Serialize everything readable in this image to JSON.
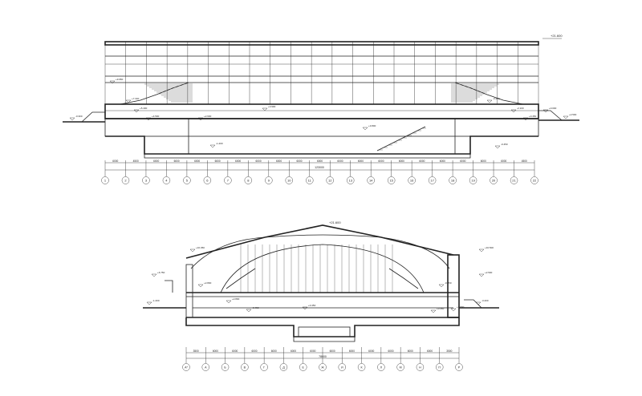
{
  "drawing": {
    "top_section": {
      "top_elevation_mark": "+21.600",
      "elevation_marks": [
        "+9.950",
        "+7.340",
        "+5.400",
        "+4.500",
        "+2.600",
        "-1.200",
        "-0.300",
        "+3.900",
        "+3.800",
        "-3.200",
        "-2.100",
        "+0.450",
        "-0.450",
        "+2.500",
        "+0.000"
      ],
      "axis_labels": [
        "1",
        "2",
        "3",
        "4",
        "5",
        "6",
        "7",
        "8",
        "9",
        "10",
        "11",
        "12",
        "13",
        "14",
        "15",
        "16",
        "17",
        "18",
        "19",
        "20",
        "21",
        "22"
      ],
      "span_dims": [
        "6000",
        "4500",
        "6000",
        "6000",
        "6000",
        "6000",
        "6000",
        "6000",
        "6000",
        "6000",
        "6000",
        "6000",
        "6000",
        "6000",
        "6000",
        "6000",
        "6000",
        "6000",
        "6000",
        "6000",
        "4500"
      ],
      "overall_dim": "123000"
    },
    "bottom_section": {
      "top_elevation_mark": "+21.600",
      "elevation_marks": [
        "+16.350",
        "+16.500",
        "+6.750",
        "+2.800",
        "-1.200",
        "+2.800",
        "-0.450",
        "+0.450",
        "-0.350",
        "+2.500",
        "+3.800",
        "-3.200",
        "+0.450"
      ],
      "axis_labels": [
        "A*",
        "A",
        "Б",
        "В",
        "Г",
        "Д",
        "Е",
        "Ж",
        "И",
        "К",
        "Л",
        "М",
        "Н",
        "П",
        "Р"
      ],
      "span_dims": [
        "3500",
        "6000",
        "6000",
        "6000",
        "6000",
        "6000",
        "6000",
        "6000",
        "6000",
        "6000",
        "6000",
        "6000",
        "6000",
        "3500"
      ],
      "overall_dim": "78000"
    }
  }
}
